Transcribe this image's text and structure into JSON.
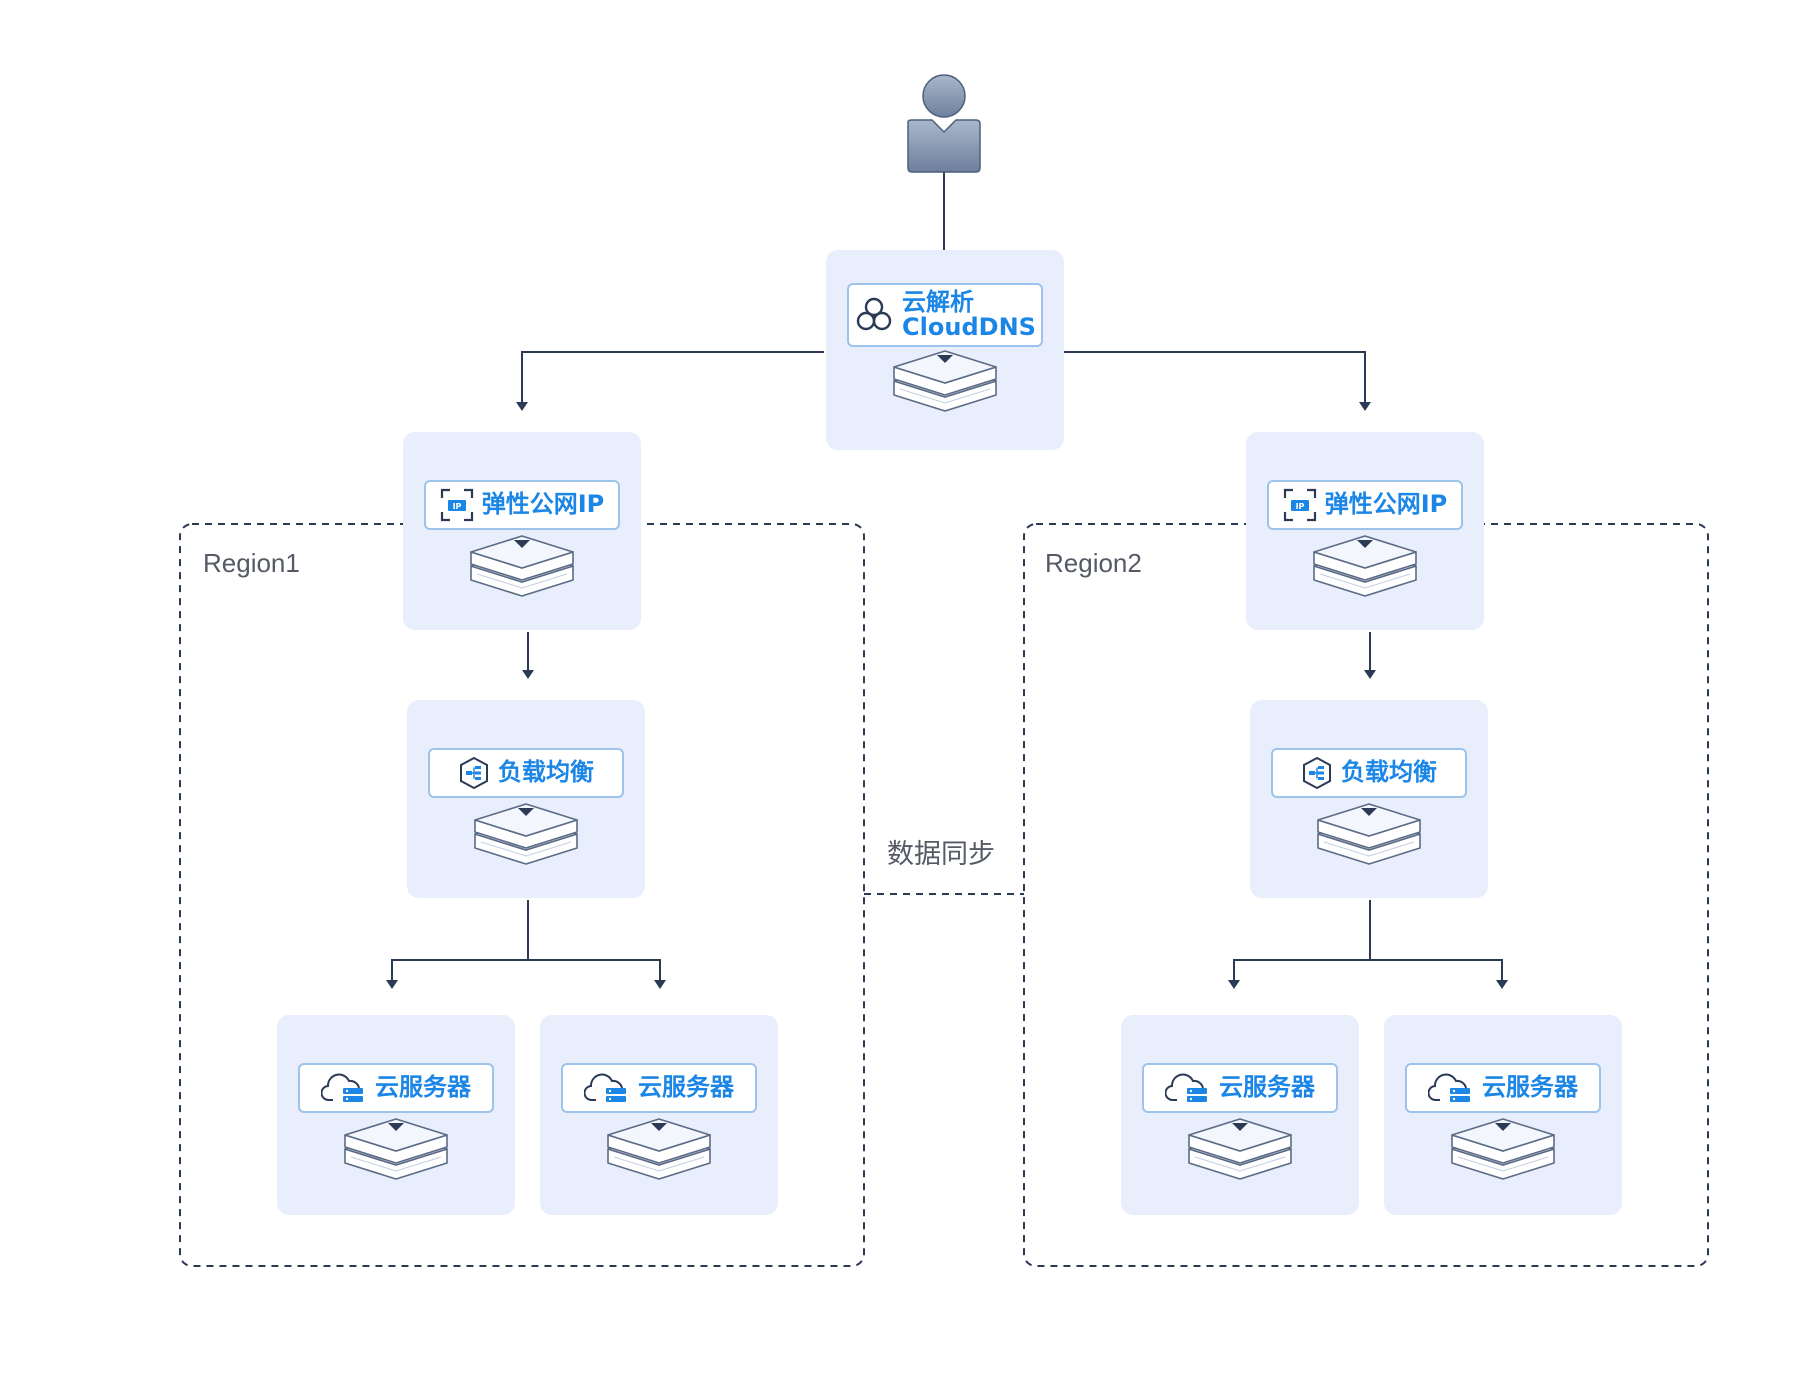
{
  "diagram": {
    "dns": {
      "title": "云解析",
      "subtitle": "CloudDNS",
      "icon": "cloud-dns-icon"
    },
    "regions": [
      {
        "label": "Region1",
        "eip": {
          "title": "弹性公网IP",
          "icon": "ip-icon"
        },
        "lb": {
          "title": "负载均衡",
          "icon": "load-balancer-icon"
        },
        "servers": [
          {
            "title": "云服务器",
            "icon": "cloud-server-icon"
          },
          {
            "title": "云服务器",
            "icon": "cloud-server-icon"
          }
        ]
      },
      {
        "label": "Region2",
        "eip": {
          "title": "弹性公网IP",
          "icon": "ip-icon"
        },
        "lb": {
          "title": "负载均衡",
          "icon": "load-balancer-icon"
        },
        "servers": [
          {
            "title": "云服务器",
            "icon": "cloud-server-icon"
          },
          {
            "title": "云服务器",
            "icon": "cloud-server-icon"
          }
        ]
      }
    ],
    "sync_label": "数据同步",
    "colors": {
      "card_bg": "#e8eefb",
      "label_border": "#9ec3ea",
      "label_text": "#1b86e6",
      "line": "#2b3a55",
      "user": "#8b9bb6"
    }
  }
}
